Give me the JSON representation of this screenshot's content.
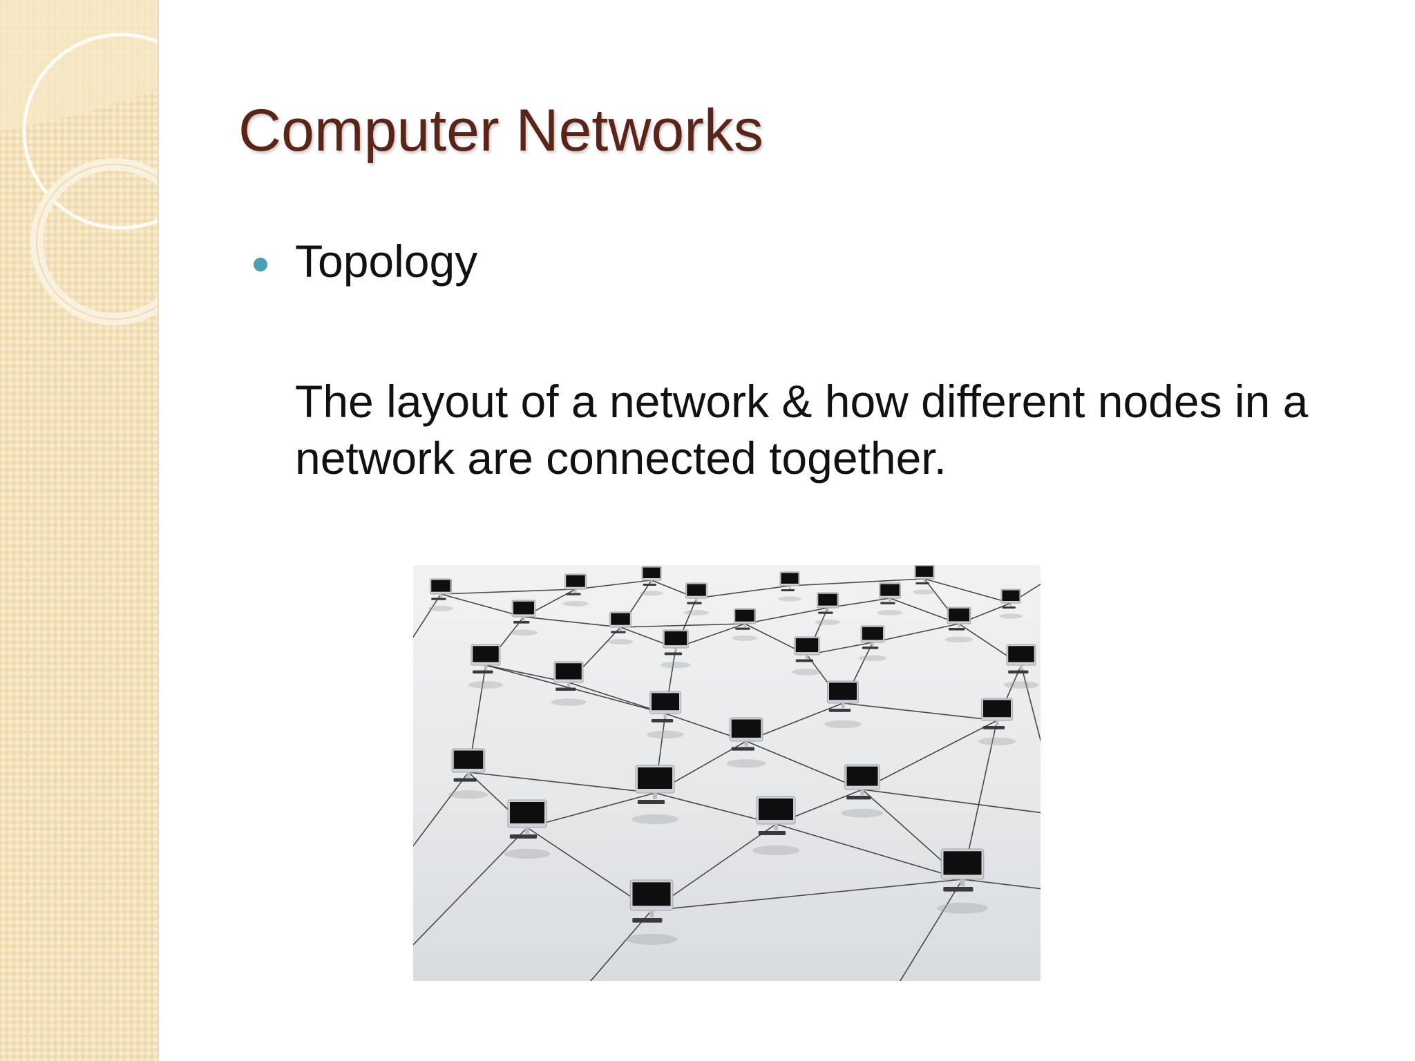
{
  "slide": {
    "title": "Computer Networks",
    "bullet": "Topology",
    "body": "The layout of a network & how different nodes in a network are connected together."
  },
  "image": {
    "subject": "network-computers-mesh",
    "colors": {
      "floor": "#e6e8ea",
      "cable": "#2b2b2b",
      "screen": "#0e0e0e",
      "monitor": "#cfd2d5"
    }
  },
  "theme": {
    "title_color": "#5b2418",
    "bullet_color": "#4d9eb2",
    "side_panel_color": "#f3e0b6"
  }
}
